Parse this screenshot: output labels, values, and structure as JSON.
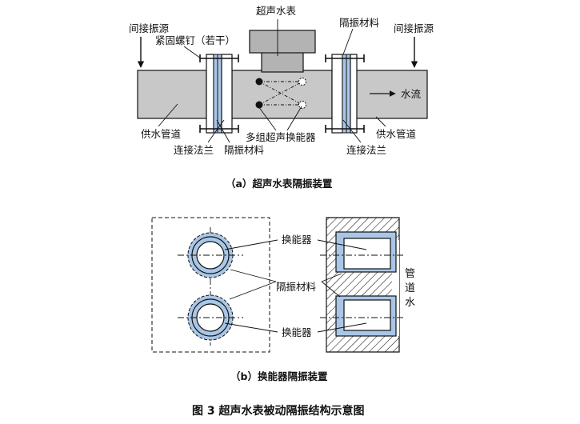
{
  "panel_a": {
    "labels": {
      "indirect_vibration_left": "间接振源",
      "indirect_vibration_right": "间接振源",
      "meter": "超声水表",
      "bolts": "紧固螺钉（若干）",
      "isolation_top": "隔振材料",
      "water_flow": "水流",
      "supply_pipe_left": "供水管道",
      "supply_pipe_right": "供水管道",
      "transducers": "多组超声换能器",
      "flange_left": "连接法兰",
      "isolation_bottom": "隔振材料",
      "flange_right": "连接法兰"
    },
    "caption": "（a）超声水表隔振装置"
  },
  "panel_b": {
    "labels": {
      "transducer_top": "换能器",
      "isolation": "隔振材料",
      "transducer_bottom": "换能器",
      "pipe_water": [
        "管",
        "道",
        "水"
      ]
    },
    "caption": "（b）换能器隔振装置"
  },
  "figure_title": "图 3  超声水表被动隔振结构示意图",
  "colors": {
    "pipe_gray": "#c8c8c8",
    "meter_gray": "#b3b3b3",
    "isolation_blue": "#a9c6e6",
    "stroke": "#111111"
  }
}
